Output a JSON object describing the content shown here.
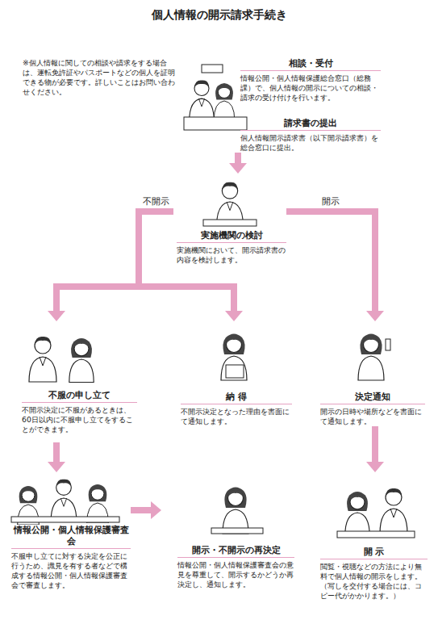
{
  "diagram": {
    "title": "個人情報の開示請求手続き",
    "nodes": [
      {
        "text": [
          "相談・受付",
          "情報公開・個人情報保護総合窓口（総務課）で、個人情報の開示についての相談・請求の受け付けを行います。"
        ]
      },
      {
        "text": [
          "請求書の提出",
          "個人情報開示請求書（以下開示請求書）を総合窓口に提出。"
        ]
      },
      {
        "text": [
          "実施機関の検討",
          "実施機関において、開示請求書の内容を検討します。"
        ]
      },
      {
        "text": [
          "不服の申し立て",
          "不開示決定に不服があるときは、60日以内に不服申し立てをすることができます。"
        ]
      },
      {
        "text": [
          "納 得",
          "不開示決定となった理由を書面にて通知します。"
        ]
      },
      {
        "text": [
          "決定通知",
          "開示の日時や場所などを書面にて通知します。"
        ]
      },
      {
        "text": [
          "情報公開・個人情報保護審査会",
          "不服申し立てに対する決定を公正に行うため、識見を有する者などで構成する情報公開・個人情報保護審査会で審査します。"
        ]
      },
      {
        "text": [
          "開示・不開示の再決定",
          "情報公開・個人情報保護審査会の意見を尊重して、開示するかどうか再決定し、通知します。"
        ]
      },
      {
        "text": [
          "開 示",
          "閲覧・視聴などの方法により無料で個人情報の開示をします。（写しを交付する場合には、コピー代がかかります。）"
        ]
      }
    ],
    "edges": [
      {
        "from": 1,
        "to": 2,
        "arrow": "to"
      },
      {
        "from": 2,
        "to": 3,
        "label": "不開示",
        "arrow": "to"
      },
      {
        "from": 2,
        "to": 4,
        "arrow": "to"
      },
      {
        "from": 2,
        "to": 5,
        "label": "開示",
        "arrow": "to"
      },
      {
        "from": 3,
        "to": 6,
        "arrow": "to"
      },
      {
        "from": 6,
        "to": 7,
        "arrow": "to"
      },
      {
        "from": 5,
        "to": 8,
        "arrow": "to"
      }
    ],
    "labels": [
      "※個人情報に関しての相談や請求をする場合は、運転免許証やパスポートなどの個人を証明できる物が必要です。詳しいことはお問い合わせください。"
    ]
  }
}
